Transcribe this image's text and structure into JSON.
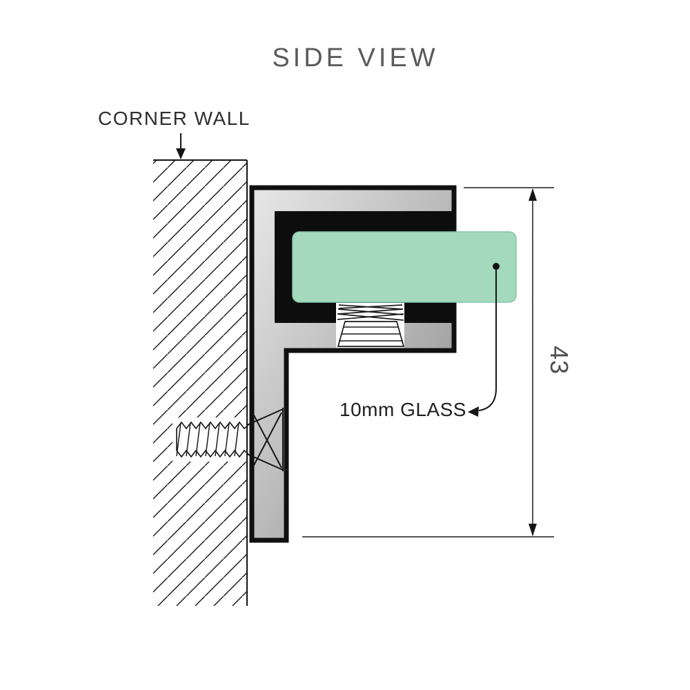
{
  "title": "SIDE VIEW",
  "labels": {
    "wall": "CORNER WALL",
    "glass": "10mm GLASS",
    "dimension": "43"
  },
  "colors": {
    "glass_fill": "#a4d9bd",
    "glass_edge": "#84c5a5",
    "metal_light": "#e8e8e8",
    "metal_mid": "#bfbfbf",
    "metal_dark": "#8a8a8a",
    "channel_fill": "#0d0d0d",
    "outline": "#101010",
    "title_text": "#5a5a5a",
    "label_text": "#2e2e2e",
    "glass_label_text": "#1f1f1f",
    "dimension_text": "#4f4f4f"
  }
}
